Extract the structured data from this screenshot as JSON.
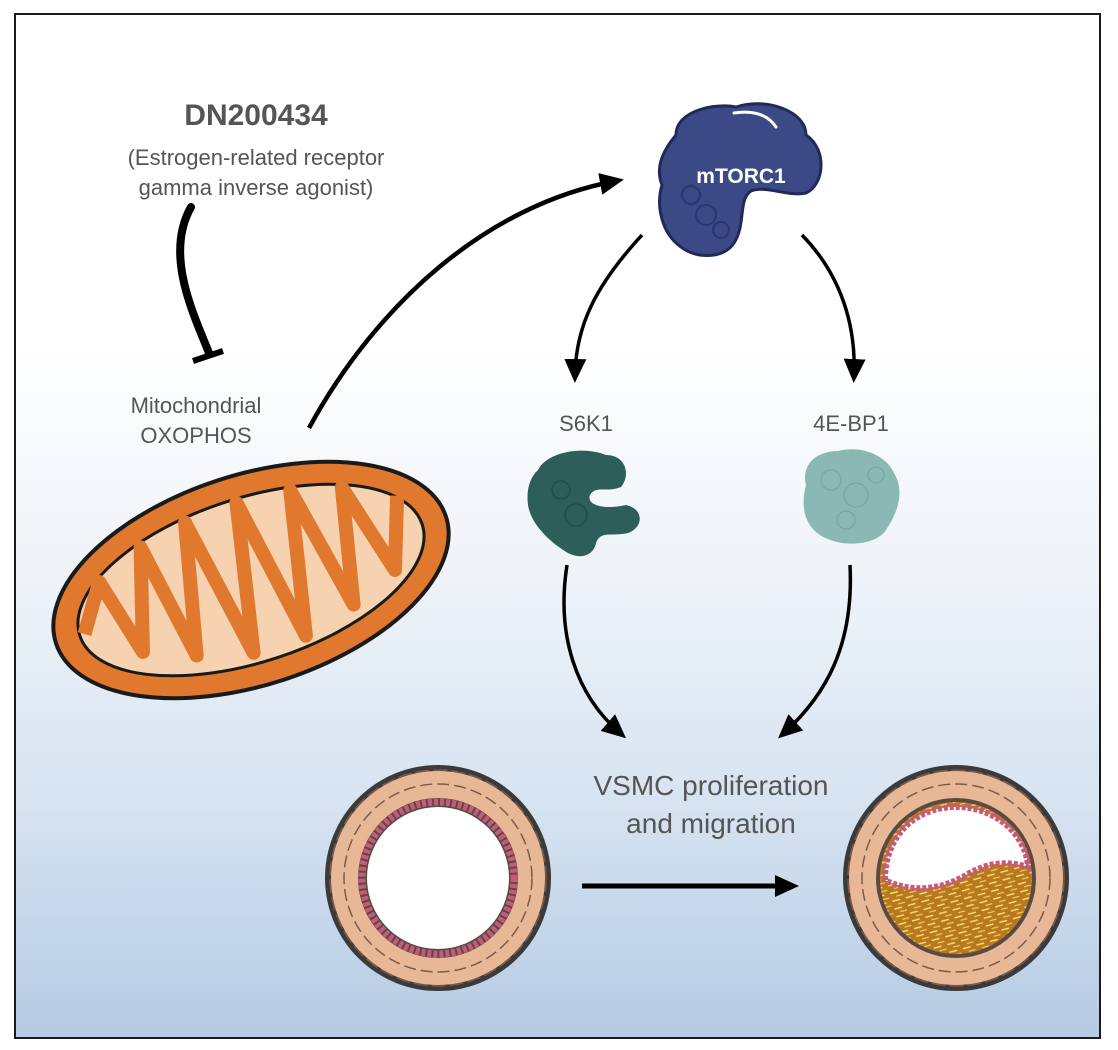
{
  "drug": {
    "name": "DN200434",
    "description_line1": "(Estrogen-related receptor",
    "description_line2": "gamma inverse agonist)"
  },
  "target": {
    "line1": "Mitochondrial",
    "line2": "OXOPHOS"
  },
  "nodes": {
    "mtorc1": "mTORC1",
    "s6k1": "S6K1",
    "bp1": "4E-BP1"
  },
  "outcome": {
    "line1": "VSMC proliferation",
    "line2": "and migration"
  },
  "colors": {
    "mtorc1": "#3b4a86",
    "s6k1": "#2e5e5a",
    "bp1": "#8ab9b5",
    "mitochondria_outer": "#e0782e",
    "mitochondria_inner": "#f6d2b0",
    "vessel_wall": "#e8b896",
    "endothelium": "#c75a7a",
    "plaque": "#b8781e"
  },
  "icons": [
    "inhibition-arrow-icon",
    "activation-arrow-icon",
    "mitochondrion-icon",
    "protein-blob-icon",
    "blood-vessel-icon",
    "plaque-vessel-icon"
  ]
}
